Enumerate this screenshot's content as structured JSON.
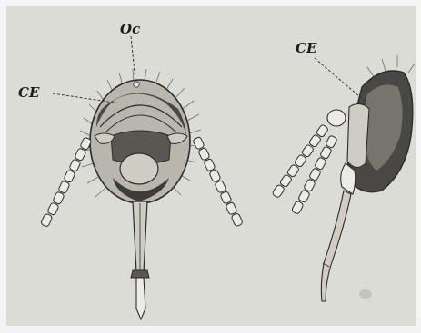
{
  "figure": {
    "labels": {
      "front_oc": "Oc",
      "front_ce": "CE",
      "side_ce": "CE"
    },
    "colors": {
      "background": "#dcdcd6",
      "border": "#f4f4f4",
      "ink": "#2b2b2b",
      "shell_fill": "#b9b6ad",
      "dark_shade": "#3e3c38",
      "hair": "#6f6d67"
    }
  }
}
